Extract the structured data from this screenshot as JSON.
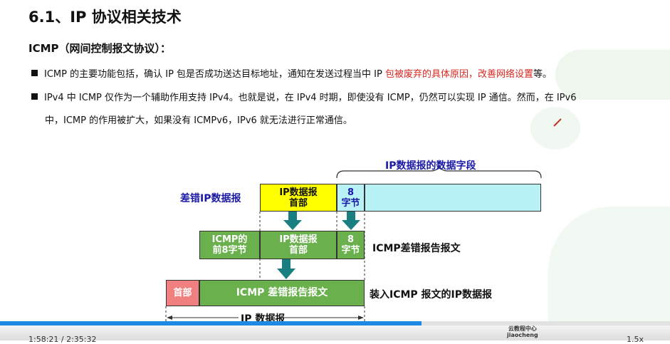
{
  "slide": {
    "title": "6.1、IP 协议相关技术",
    "subtitle": "ICMP（网间控制报文协议）：",
    "bullet1": {
      "text": "ICMP 的主要功能包括，确认 IP 包是否成功送达目标地址，通知在发送过程当中 IP ",
      "highlight": "包被废弃的具体原因，改善网络设置",
      "tail": "等。"
    },
    "bullet2_line1": "IPv4 中 ICMP 仅作为一个辅助作用支持 IPv4。也就是说，在 IPv4 时期，即使没有 ICMP，仍然可以实现 IP 通信。然而，在 IPv6",
    "bullet2_line2": "中，ICMP 的作用被扩大，如果没有 ICMPv6，IPv6 就无法进行正常通信。"
  },
  "diagram": {
    "data_field_label": "IP数据报的数据字段",
    "row1_label": "差错IP数据报",
    "row1_header": "IP数据报\n首部",
    "row1_8bytes": "8\n字节",
    "row2_icmp_front": "ICMP的\n前8字节",
    "row2_header": "IP数据报\n首部",
    "row2_8bytes": "8\n字节",
    "row2_label": "ICMP差错报告报文",
    "row3_head": "首部",
    "row3_body": "ICMP 差错报告报文",
    "row3_label": "装入ICMP 报文的IP数据报",
    "bottom_label": "IP 数据报",
    "colors": {
      "yellow": "#ffff00",
      "cyan": "#b8f2f7",
      "green": "#6ab04c",
      "pink": "#f08080",
      "arrow": "#1a7f80",
      "label_blue": "#1a1aa6"
    }
  },
  "player": {
    "time": "1:58:21 / 2:35:32",
    "progress": 0.63,
    "rate": "1.5x",
    "brand_line1": "云教程中心",
    "brand_line2": "jiaocheng"
  }
}
